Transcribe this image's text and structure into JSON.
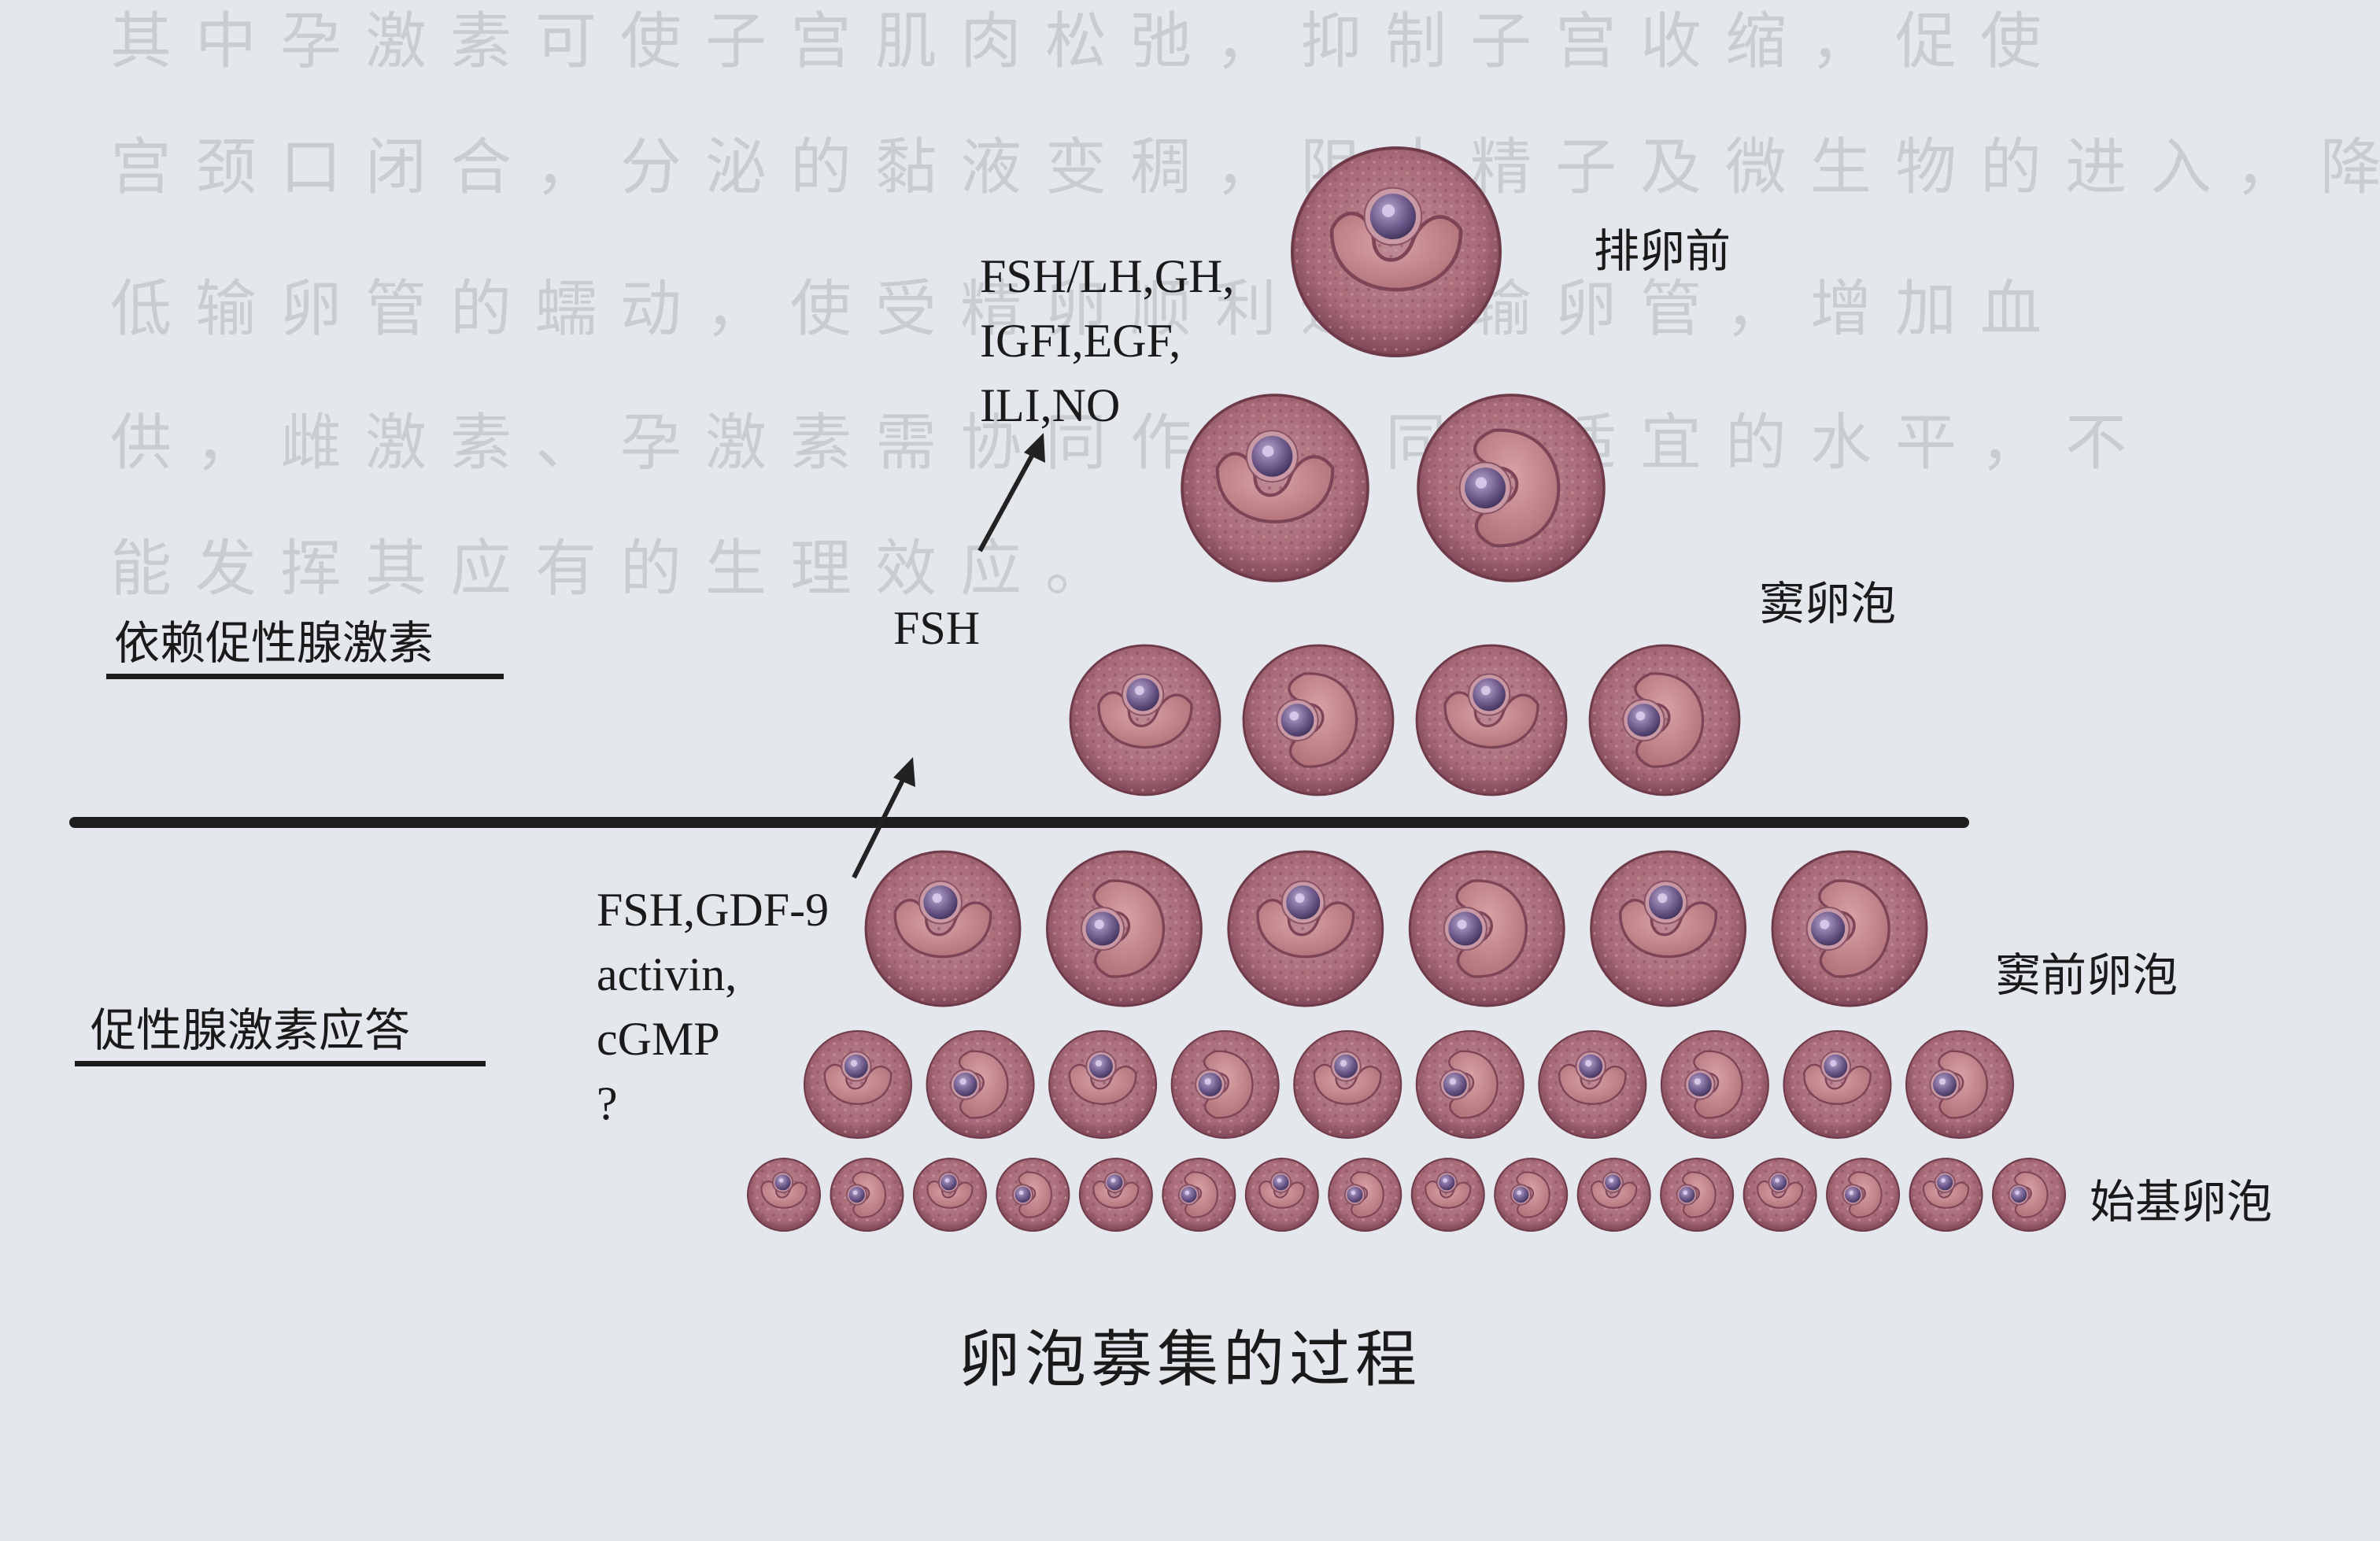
{
  "figure": {
    "title": "卵泡募集的过程",
    "stage_labels": {
      "preovulatory": "排卵前",
      "antral": "窦卵泡",
      "preantral": "窦前卵泡",
      "primordial": "始基卵泡"
    },
    "categories": {
      "gonadotropin_dependent": "依赖促性腺激素",
      "gonadotropin_responsive": "促性腺激素应答"
    },
    "factors": {
      "upper": [
        "FSH/LH,GH,",
        "IGFI,EGF,",
        "ILI,NO"
      ],
      "middle": "FSH",
      "lower": [
        "FSH,GDF-9",
        "activin,",
        "cGMP",
        "?"
      ]
    },
    "follicle_counts": {
      "preovulatory": 1,
      "antral_large": 2,
      "antral_small": 4,
      "preantral": 6,
      "secondary": 10,
      "primordial": 16
    }
  },
  "background_text": {
    "lines": [
      "其中孕激素可使子宫肌肉松弛，抑制子宫收缩，促使",
      "宫颈口闭合，分泌的黏液变稠，阻止精子及微生物的进入，降",
      "低输卵管的蠕动，使受精卵顺利通过输卵管，增加血",
      "供，雌激素、孕激素需协同作用，同时适宜的水平，不",
      "能发挥其应有的生理效应。"
    ]
  },
  "colors": {
    "background": "#e4e8ec",
    "follicle_outer": "#9a5a6a",
    "follicle_granulosa": "#b57a86",
    "antrum": "#c4848c",
    "oocyte": "#6a5a86"
  }
}
